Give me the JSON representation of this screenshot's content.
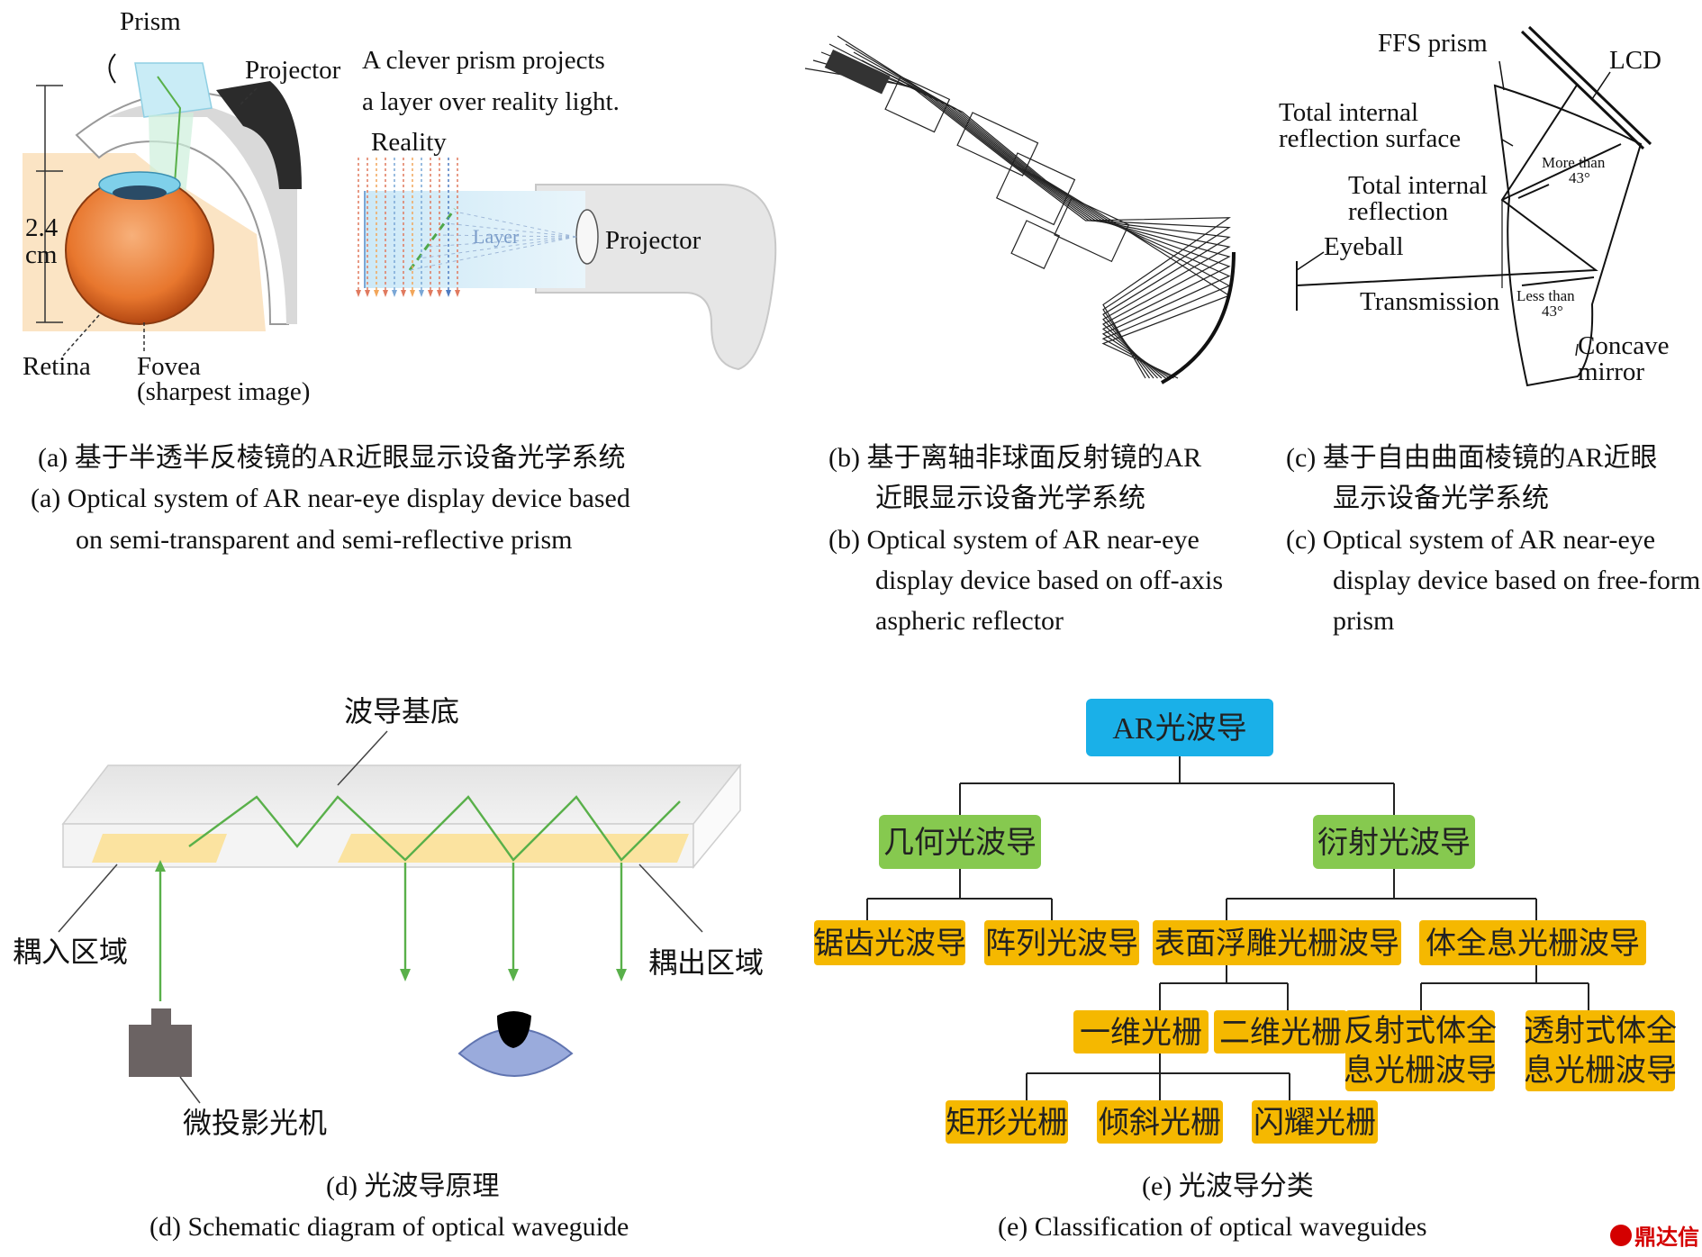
{
  "panel_a": {
    "prism": "Prism",
    "projector": "Projector",
    "clever_line1": "A clever prism projects",
    "clever_line2": "a layer over reality light.",
    "reality": "Reality",
    "layer": "Layer",
    "projector2": "Projector",
    "dim_value": "2.4",
    "dim_unit": "cm",
    "retina": "Retina",
    "fovea": "Fovea",
    "fovea_note": "(sharpest image)",
    "cap_cn": "(a) 基于半透半反棱镜的AR近眼显示设备光学系统",
    "cap_en1": "(a) Optical system of AR near-eye display device based",
    "cap_en2": "on semi-transparent and semi-reflective prism"
  },
  "panel_b": {
    "cap_cn1": "(b) 基于离轴非球面反射镜的AR",
    "cap_cn2": "近眼显示设备光学系统",
    "cap_en1": "(b) Optical system of AR near-eye",
    "cap_en2": "display device based on off-axis",
    "cap_en3": "aspheric reflector"
  },
  "panel_c": {
    "ffs": "FFS prism",
    "lcd": "LCD",
    "tir_surface1": "Total internal",
    "tir_surface2": "reflection surface",
    "tir1": "Total internal",
    "tir2": "reflection",
    "eyeball": "Eyeball",
    "transmission": "Transmission",
    "more_than": "More than",
    "more_deg": "43°",
    "less_than": "Less than",
    "less_deg": "43°",
    "concave1": "Concave",
    "concave2": "mirror",
    "cap_cn1": "(c) 基于自由曲面棱镜的AR近眼",
    "cap_cn2": "显示设备光学系统",
    "cap_en1": "(c) Optical system of AR near-eye",
    "cap_en2": "display device based on free-form",
    "cap_en3": "prism"
  },
  "panel_d": {
    "substrate": "波导基底",
    "coupling_in": "耦入区域",
    "coupling_out": "耦出区域",
    "micro_projector": "微投影光机",
    "cap_cn": "(d) 光波导原理",
    "cap_en": "(d) Schematic diagram of optical waveguide"
  },
  "panel_e": {
    "root": "AR光波导",
    "geometric": "几何光波导",
    "diffractive": "衍射光波导",
    "sawtooth": "锯齿光波导",
    "array": "阵列光波导",
    "surface_relief": "表面浮雕光栅波导",
    "holographic": "体全息光栅波导",
    "one_d": "一维光栅",
    "two_d": "二维光栅",
    "reflective_1": "反射式体全",
    "reflective_2": "息光栅波导",
    "transmissive_1": "透射式体全",
    "transmissive_2": "息光栅波导",
    "rect": "矩形光栅",
    "slanted": "倾斜光栅",
    "blazed": "闪耀光栅",
    "cap_cn": "(e) 光波导分类",
    "cap_en": "(e) Classification of optical waveguides"
  },
  "watermark": "鼎达信",
  "colors": {
    "root_box": "#1ab0e8",
    "level1_box": "#86c94f",
    "leaf_box": "#f5b800",
    "green_ray": "#59b04a",
    "coupler": "#fbe3a0",
    "eye_iris": "#9aabdc",
    "eyeball": "#e8772e",
    "watermark": "#d40000"
  }
}
